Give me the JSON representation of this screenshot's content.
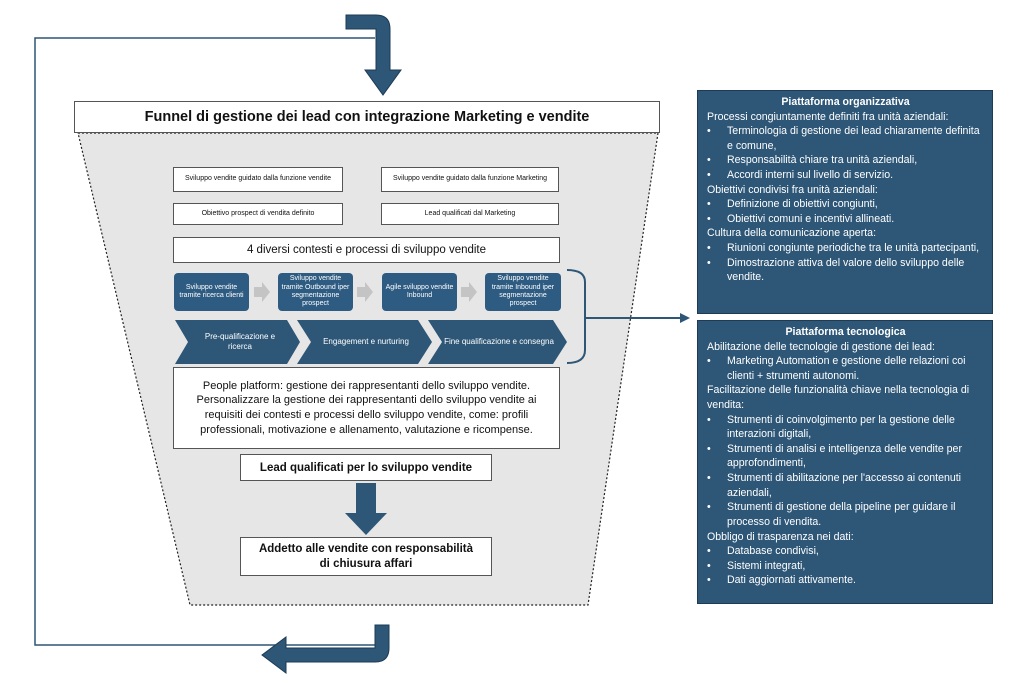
{
  "funnel": {
    "title": "Funnel di gestione dei lead con integrazione Marketing e vendite",
    "top_boxes": [
      "Sviluppo vendite guidato dalla funzione vendite",
      "Sviluppo vendite guidato dalla funzione Marketing",
      "Obiettivo prospect di vendita definito",
      "Lead qualificati dal Marketing"
    ],
    "contexts_title": "4 diversi contesti e processi di sviluppo vendite",
    "steps": [
      "Sviluppo vendite tramite ricerca clienti",
      "Sviluppo vendite tramite Outbound iper segmentazione prospect",
      "Agile sviluppo vendite Inbound",
      "Sviluppo vendite tramite Inbound iper segmentazione prospect"
    ],
    "phases": [
      "Pre-qualificazione e ricerca",
      "Engagement e nurturing",
      "Fine qualificazione e consegna"
    ],
    "people_platform": "People platform: gestione dei rappresentanti dello sviluppo vendite. Personalizzare la gestione dei rappresentanti dello sviluppo vendite ai requisiti dei contesti e processi dello sviluppo vendite, come: profili professionali, motivazione e allenamento, valutazione e ricompense.",
    "qualified_leads": "Lead qualificati per lo sviluppo vendite",
    "sales_rep": "Addetto alle vendite con responsabilità di chiusura affari"
  },
  "org_platform": {
    "title": "Piattaforma organizzativa",
    "sections": [
      {
        "heading": "Processi congiuntamente definiti fra unità aziendali:",
        "items": [
          "Terminologia di gestione dei lead chiaramente definita e comune,",
          "Responsabilità chiare tra unità aziendali,",
          "Accordi interni sul livello di servizio."
        ]
      },
      {
        "heading": "Obiettivi condivisi fra unità aziendali:",
        "items": [
          "Definizione di obiettivi congiunti,",
          "Obiettivi comuni e incentivi allineati."
        ]
      },
      {
        "heading": "Cultura della comunicazione aperta:",
        "items": [
          "Riunioni congiunte periodiche tra le unità partecipanti,",
          "Dimostrazione attiva del valore dello sviluppo delle vendite."
        ]
      }
    ]
  },
  "tech_platform": {
    "title": "Piattaforma tecnologica",
    "sections": [
      {
        "heading": "Abilitazione delle tecnologie di gestione dei lead:",
        "items": [
          "Marketing Automation e gestione delle relazioni coi clienti + strumenti autonomi."
        ]
      },
      {
        "heading": "Facilitazione delle funzionalità chiave nella tecnologia di vendita:",
        "items": [
          "Strumenti di coinvolgimento per la gestione delle interazioni digitali,",
          "Strumenti di analisi e intelligenza delle vendite per approfondimenti,",
          "Strumenti di abilitazione per l'accesso ai contenuti aziendali,",
          "Strumenti di gestione della pipeline per guidare il processo di vendita."
        ]
      },
      {
        "heading": "Obbligo di trasparenza nei dati:",
        "items": [
          "Database condivisi,",
          "Sistemi integrati,",
          "Dati aggiornati attivamente."
        ]
      }
    ]
  }
}
